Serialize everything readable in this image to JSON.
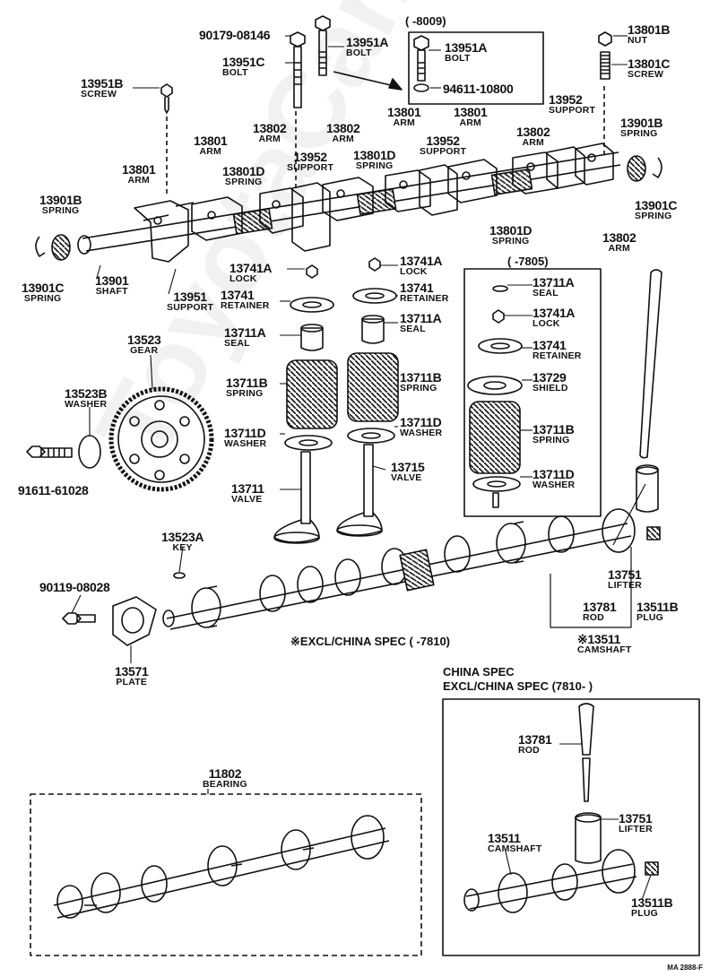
{
  "watermark": "ToyotaCanMore.ru",
  "figure_code": "MA 2888-F",
  "headers": {
    "box_top": "(      -8009)",
    "box_right": "(      -7805)",
    "excl_china": "※EXCL/CHINA SPEC  (        -7810)",
    "china_spec": "CHINA SPEC",
    "excl_china_new": "EXCL/CHINA SPEC  (7810-        )"
  },
  "parts": [
    {
      "id": "p1",
      "num": "90179-08146",
      "name": ""
    },
    {
      "id": "p2",
      "num": "13951A",
      "name": "BOLT"
    },
    {
      "id": "p3",
      "num": "13951A",
      "name": "BOLT"
    },
    {
      "id": "p4",
      "num": "94611-10800",
      "name": ""
    },
    {
      "id": "p5",
      "num": "13801B",
      "name": "NUT"
    },
    {
      "id": "p6",
      "num": "13801C",
      "name": "SCREW"
    },
    {
      "id": "p7",
      "num": "13951C",
      "name": "BOLT"
    },
    {
      "id": "p8",
      "num": "13951B",
      "name": "SCREW"
    },
    {
      "id": "p9",
      "num": "13952",
      "name": "SUPPORT"
    },
    {
      "id": "p10",
      "num": "13802",
      "name": "ARM"
    },
    {
      "id": "p11",
      "num": "13802",
      "name": "ARM"
    },
    {
      "id": "p12",
      "num": "13801",
      "name": "ARM"
    },
    {
      "id": "p13",
      "num": "13801",
      "name": "ARM"
    },
    {
      "id": "p14",
      "num": "13901B",
      "name": "SPRING"
    },
    {
      "id": "p15",
      "num": "13801",
      "name": "ARM"
    },
    {
      "id": "p16",
      "num": "13952",
      "name": "SUPPORT"
    },
    {
      "id": "p17",
      "num": "13801D",
      "name": "SPRING"
    },
    {
      "id": "p18",
      "num": "13952",
      "name": "SUPPORT"
    },
    {
      "id": "p19",
      "num": "13802",
      "name": "ARM"
    },
    {
      "id": "p20",
      "num": "13801",
      "name": "ARM"
    },
    {
      "id": "p21",
      "num": "13801D",
      "name": "SPRING"
    },
    {
      "id": "p22",
      "num": "13901B",
      "name": "SPRING"
    },
    {
      "id": "p23",
      "num": "13901C",
      "name": "SPRING"
    },
    {
      "id": "p24",
      "num": "13801D",
      "name": "SPRING"
    },
    {
      "id": "p25",
      "num": "13802",
      "name": "ARM"
    },
    {
      "id": "p26",
      "num": "13901C",
      "name": "SPRING"
    },
    {
      "id": "p27",
      "num": "13901",
      "name": "SHAFT"
    },
    {
      "id": "p28",
      "num": "13951",
      "name": "SUPPORT"
    },
    {
      "id": "p29",
      "num": "13741A",
      "name": "LOCK"
    },
    {
      "id": "p30",
      "num": "13741A",
      "name": "LOCK"
    },
    {
      "id": "p31",
      "num": "13741",
      "name": "RETAINER"
    },
    {
      "id": "p32",
      "num": "13741",
      "name": "RETAINER"
    },
    {
      "id": "p33",
      "num": "13711A",
      "name": "SEAL"
    },
    {
      "id": "p34",
      "num": "13711A",
      "name": "SEAL"
    },
    {
      "id": "p35",
      "num": "13711B",
      "name": "SPRING"
    },
    {
      "id": "p36",
      "num": "13711B",
      "name": "SPRING"
    },
    {
      "id": "p37",
      "num": "13711D",
      "name": "WASHER"
    },
    {
      "id": "p38",
      "num": "13711D",
      "name": "WASHER"
    },
    {
      "id": "p39",
      "num": "13711",
      "name": "VALVE"
    },
    {
      "id": "p40",
      "num": "13715",
      "name": "VALVE"
    },
    {
      "id": "p41",
      "num": "13711A",
      "name": "SEAL"
    },
    {
      "id": "p42",
      "num": "13741A",
      "name": "LOCK"
    },
    {
      "id": "p43",
      "num": "13741",
      "name": "RETAINER"
    },
    {
      "id": "p44",
      "num": "13729",
      "name": "SHIELD"
    },
    {
      "id": "p45",
      "num": "13711B",
      "name": "SPRING"
    },
    {
      "id": "p46",
      "num": "13711D",
      "name": "WASHER"
    },
    {
      "id": "p47",
      "num": "13523",
      "name": "GEAR"
    },
    {
      "id": "p48",
      "num": "13523B",
      "name": "WASHER"
    },
    {
      "id": "p49",
      "num": "91611-61028",
      "name": ""
    },
    {
      "id": "p50",
      "num": "13523A",
      "name": "KEY"
    },
    {
      "id": "p51",
      "num": "90119-08028",
      "name": ""
    },
    {
      "id": "p52",
      "num": "13571",
      "name": "PLATE"
    },
    {
      "id": "p53",
      "num": "13751",
      "name": "LIFTER"
    },
    {
      "id": "p54",
      "num": "13781",
      "name": "ROD"
    },
    {
      "id": "p55",
      "num": "13511B",
      "name": "PLUG"
    },
    {
      "id": "p56",
      "num": "※13511",
      "name": "CAMSHAFT"
    },
    {
      "id": "p57",
      "num": "11802",
      "name": "BEARING"
    },
    {
      "id": "p58",
      "num": "13781",
      "name": "ROD"
    },
    {
      "id": "p59",
      "num": "13751",
      "name": "LIFTER"
    },
    {
      "id": "p60",
      "num": "13511",
      "name": "CAMSHAFT"
    },
    {
      "id": "p61",
      "num": "13511B",
      "name": "PLUG"
    }
  ]
}
